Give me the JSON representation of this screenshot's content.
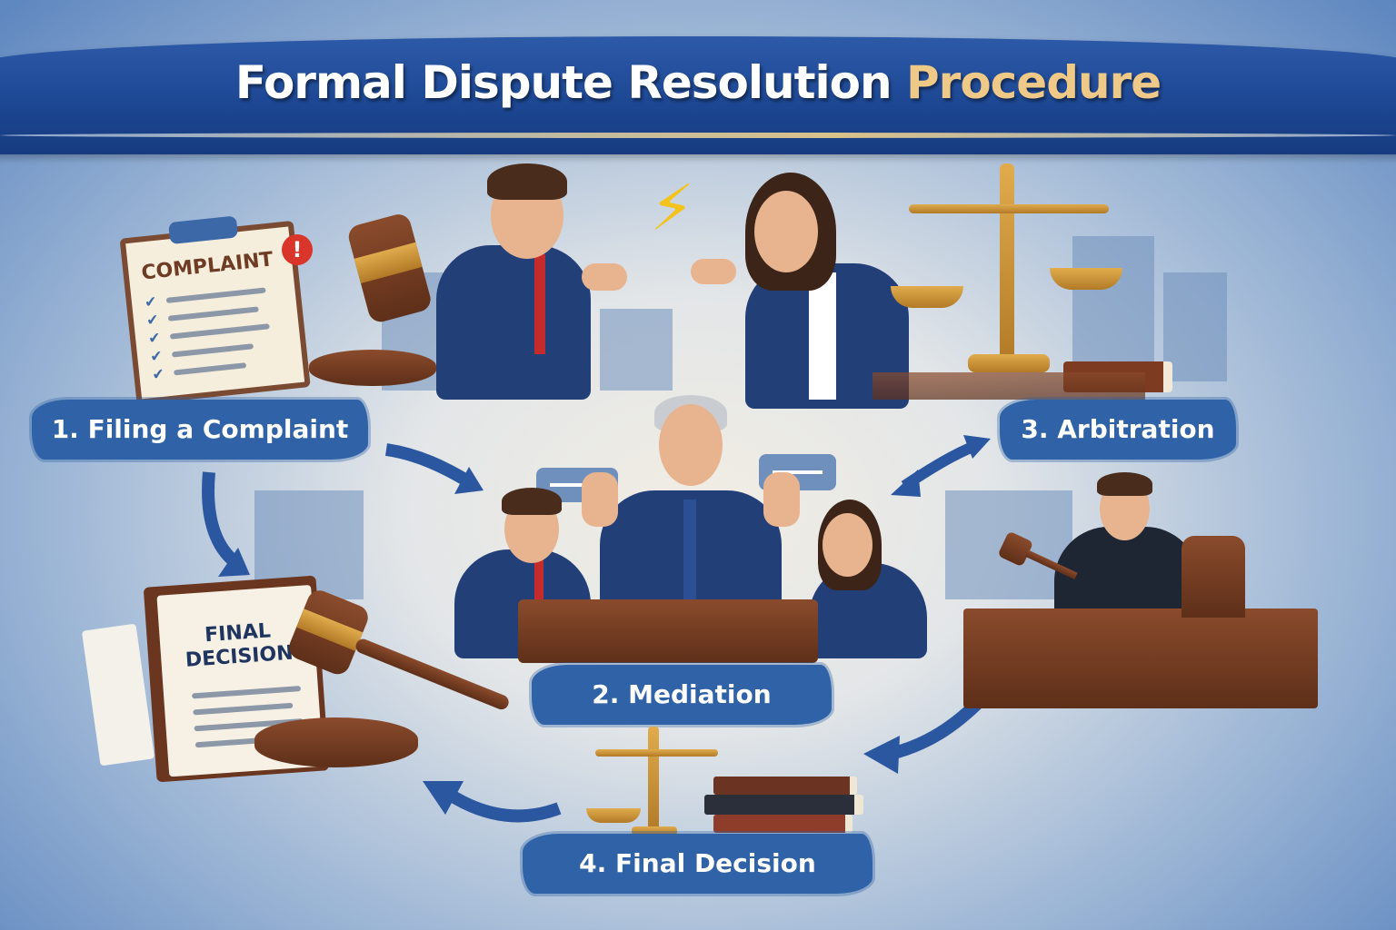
{
  "title": {
    "main": "Formal Dispute Resolution",
    "accent": "Procedure"
  },
  "steps": [
    {
      "number": "1.",
      "label": "1. Filing a Complaint"
    },
    {
      "number": "2.",
      "label": "2. Mediation"
    },
    {
      "number": "3.",
      "label": "3. Arbitration"
    },
    {
      "number": "4.",
      "label": "4. Final Decision"
    }
  ],
  "documents": {
    "complaint": "COMPLAINT",
    "final_decision_line1": "FINAL",
    "final_decision_line2": "DECISION",
    "alert_symbol": "!"
  },
  "icons": {
    "lightning": "⚡"
  },
  "colors": {
    "banner": "#1c4692",
    "accent": "#efc987",
    "step_bg": "#2f62a6",
    "arrow": "#2a57a0"
  }
}
